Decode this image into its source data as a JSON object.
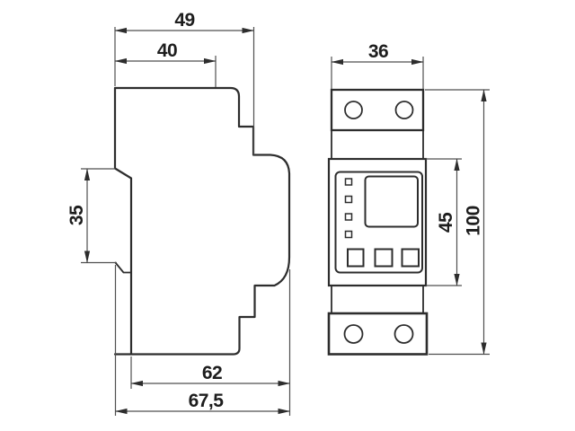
{
  "colors": {
    "background": "#ffffff",
    "line": "#2d2d2d",
    "thin_line": "#4f4f4f",
    "text": "#1d1d1d"
  },
  "dimensions": {
    "side_total_width": "49",
    "side_upper_width": "40",
    "front_width": "36",
    "din_slot_height": "35",
    "panel_height": "45",
    "total_height": "100",
    "side_lower_width": "62",
    "side_total_depth": "67,5"
  }
}
